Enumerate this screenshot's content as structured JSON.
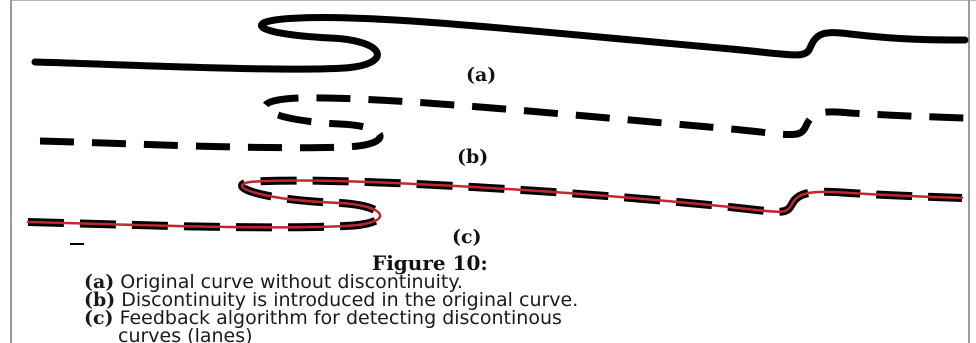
{
  "figure": {
    "title": "Figure 10:",
    "panels": [
      {
        "label": "(a)",
        "line_style": "solid",
        "color": "#000000"
      },
      {
        "label": "(b)",
        "line_style": "dashed",
        "color": "#000000"
      },
      {
        "label": "(c)",
        "line_style": "dashed-with-fit",
        "color": "#000000",
        "fit_color": "#c0282d"
      }
    ],
    "caption": {
      "a_tag": "(a)",
      "a_text": "Original curve without discontinuity.",
      "b_tag": "(b)",
      "b_text": "Discontinuity is introduced in the original curve.",
      "c_tag": "(c)",
      "c_text": "Feedback algorithm for detecting discontinous",
      "c_text_cont": "curves (lanes)"
    }
  }
}
